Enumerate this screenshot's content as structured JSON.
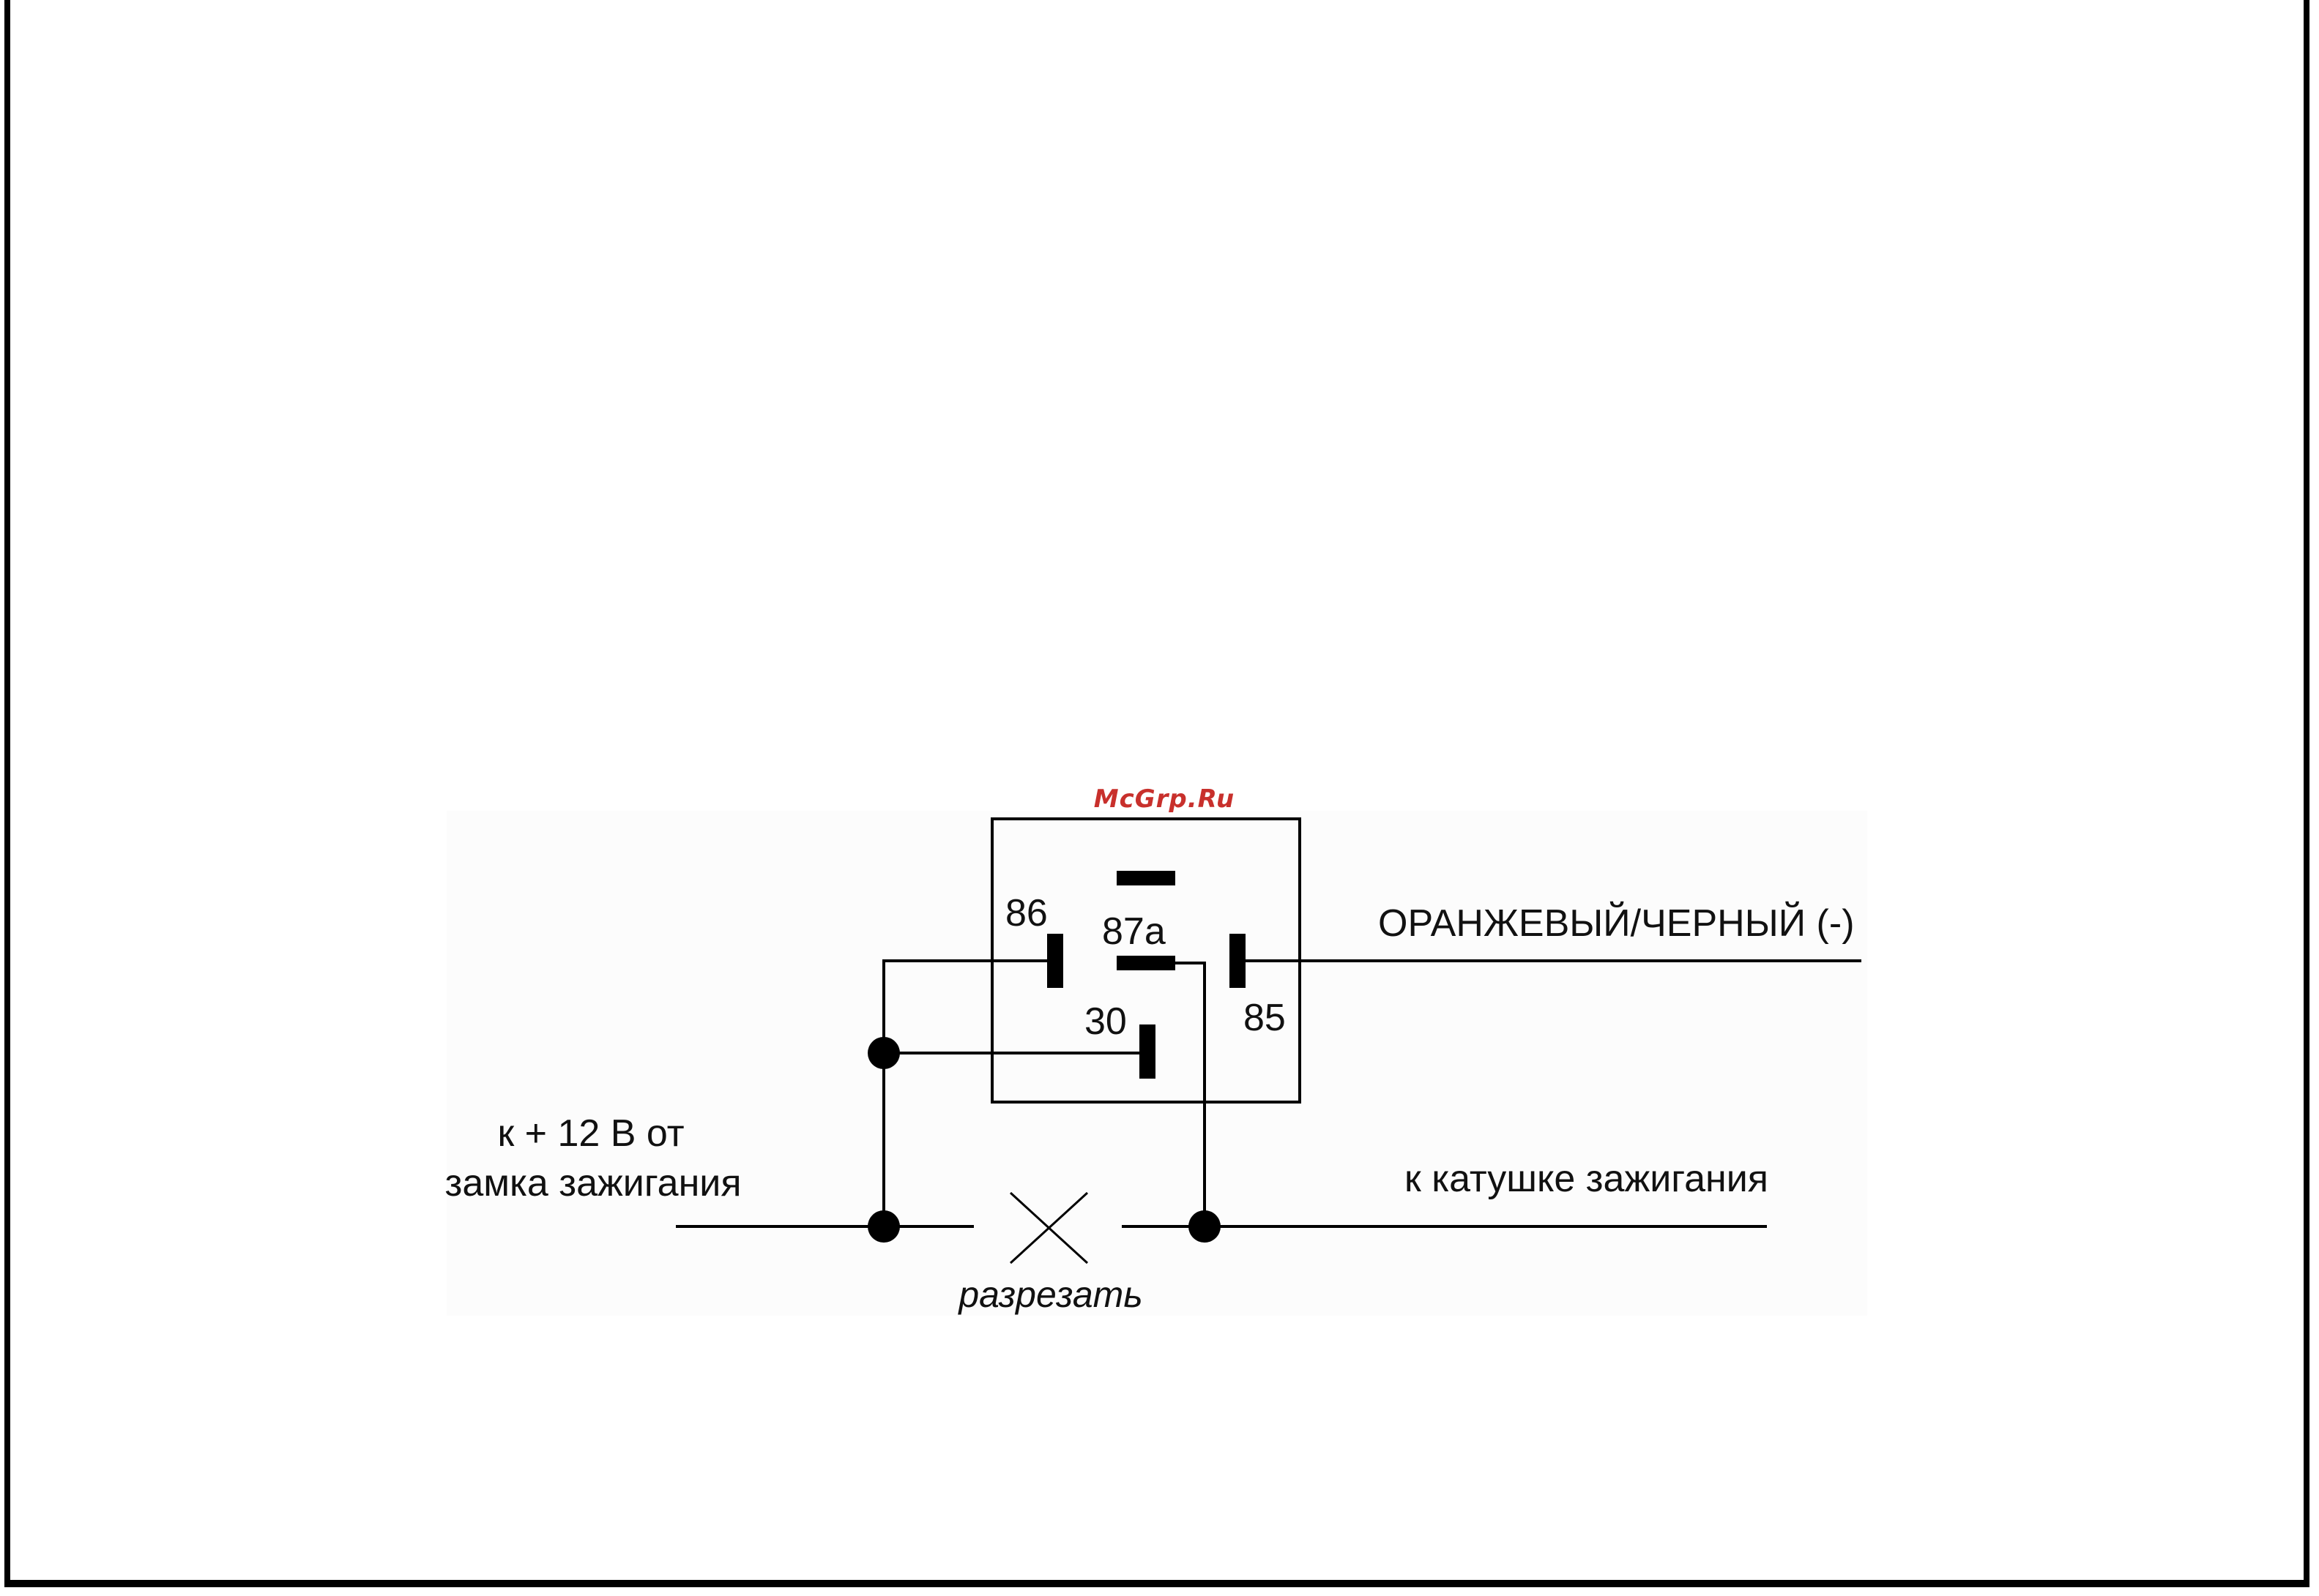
{
  "watermark": "McGrp.Ru",
  "relay": {
    "pins": {
      "p86": "86",
      "p87a": "87a",
      "p30": "30",
      "p85": "85"
    }
  },
  "labels": {
    "orange_black": "ОРАНЖЕВЫЙ/ЧЕРНЫЙ (-)",
    "source_line1": "к + 12 В от",
    "source_line2": "замка зажигания",
    "coil": "к катушке зажигания",
    "cut": "разрезать"
  },
  "colors": {
    "line": "#000000",
    "watermark": "#c8302c"
  }
}
